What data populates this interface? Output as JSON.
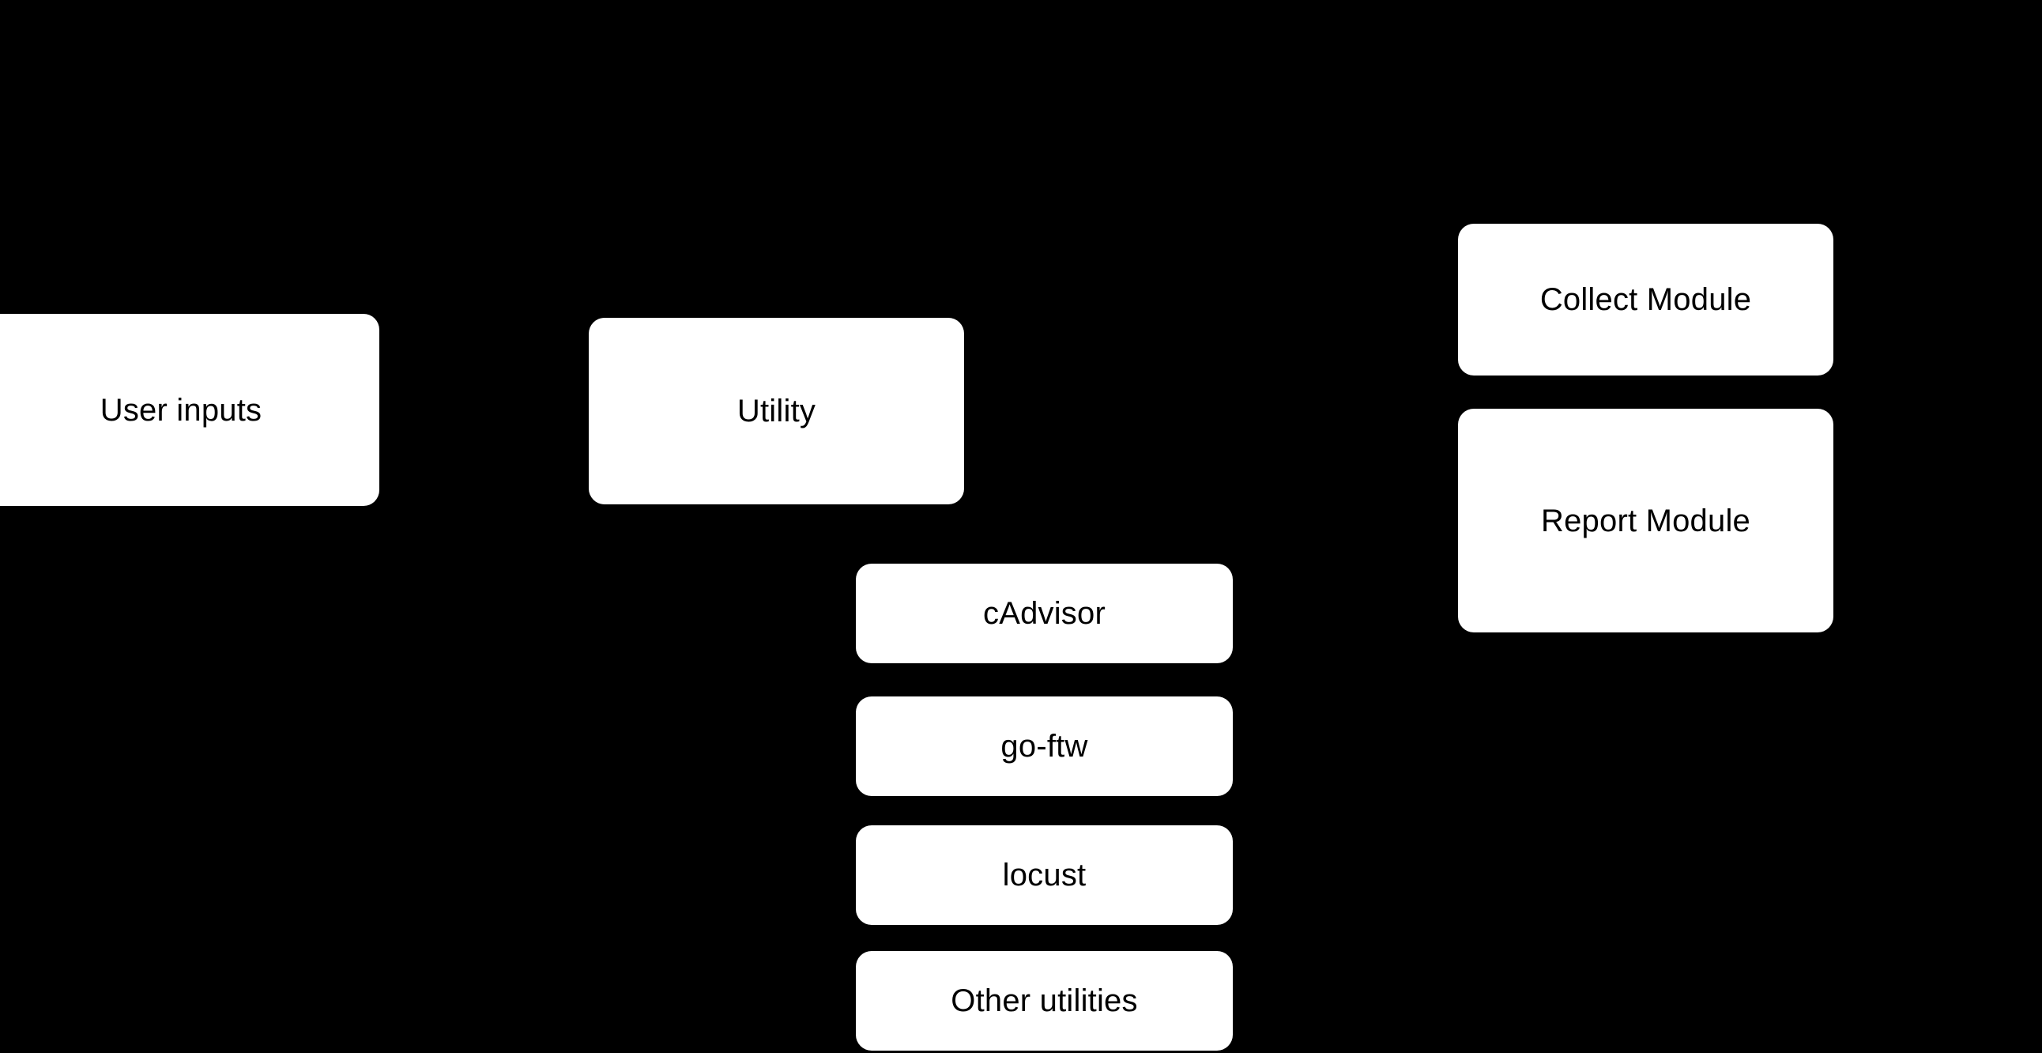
{
  "diagram": {
    "background_color": "#000000",
    "node_fill_color": "#ffffff",
    "node_text_color": "#000000",
    "nodes": [
      {
        "id": "user-inputs",
        "label": "User inputs"
      },
      {
        "id": "utility",
        "label": "Utility"
      },
      {
        "id": "cadvisor",
        "label": "cAdvisor"
      },
      {
        "id": "go-ftw",
        "label": "go-ftw"
      },
      {
        "id": "locust",
        "label": "locust"
      },
      {
        "id": "other-utils",
        "label": "Other utilities"
      },
      {
        "id": "collect-module",
        "label": "Collect Module"
      },
      {
        "id": "report-module",
        "label": "Report Module"
      }
    ]
  }
}
